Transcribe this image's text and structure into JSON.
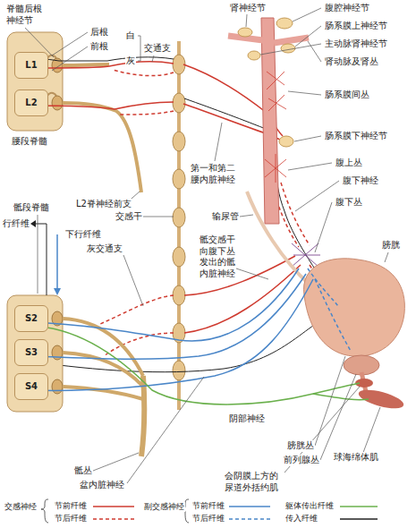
{
  "diagram": {
    "nodes": [
      {
        "text": [
          "L1"
        ]
      },
      {
        "text": [
          "L2"
        ]
      },
      {
        "text": [
          "S2"
        ]
      },
      {
        "text": [
          "S3"
        ]
      },
      {
        "text": [
          "S4"
        ]
      }
    ],
    "labels": [
      "脊髓后根 神经节",
      "后根",
      "前根",
      "白",
      "灰",
      "交通支",
      "腰段脊髓",
      "L2脊神经前支",
      "交感干",
      "第一和第二 腰内脏神经",
      "肾神经节",
      "腹腔神经节",
      "肠系膜上神经节",
      "主动脉肾神经节",
      "肾动脉及肾丛",
      "肠系膜间丛",
      "肠系膜下神经节",
      "腹上丛",
      "腹下神经",
      "腹下丛",
      "膀胱",
      "输尿管",
      "骶交感干 向腹下丛 发出的骶 内脏神经",
      "骶段脊髓",
      "下行纤维",
      "行纤维",
      "灰交通支",
      "阴部神经",
      "骶丛",
      "盆内脏神经",
      "膀胱丛",
      "前列腺丛",
      "会阴膜上方的 尿道外括约肌",
      "球海绵体肌",
      "交感神经",
      "副交感神经"
    ],
    "legend": [
      {
        "text": "节前纤维"
      },
      {
        "text": "节后纤维"
      },
      {
        "text": "节前纤维"
      },
      {
        "text": "节后纤维"
      },
      {
        "text": "躯体传出纤维"
      },
      {
        "text": "传入纤维"
      }
    ]
  }
}
